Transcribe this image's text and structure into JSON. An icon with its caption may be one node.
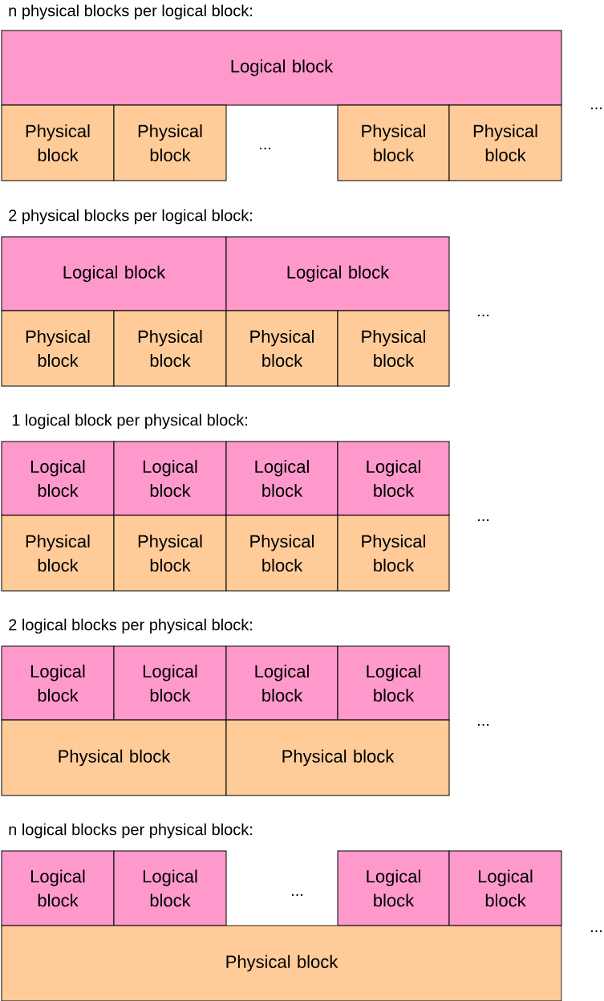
{
  "diagram": {
    "nodes": [
      {
        "text": [
          "Logical block"
        ]
      },
      {
        "text": [
          "Physical block"
        ]
      },
      {
        "text": [
          "Physical block"
        ]
      },
      {
        "text": [
          "Physical block"
        ]
      },
      {
        "text": [
          "Physical block"
        ]
      },
      {
        "text": [
          "Logical block"
        ]
      },
      {
        "text": [
          "Logical block"
        ]
      },
      {
        "text": [
          "Physical block"
        ]
      },
      {
        "text": [
          "Physical block"
        ]
      },
      {
        "text": [
          "Physical block"
        ]
      },
      {
        "text": [
          "Physical block"
        ]
      },
      {
        "text": [
          "Logical block"
        ]
      },
      {
        "text": [
          "Logical block"
        ]
      },
      {
        "text": [
          "Logical block"
        ]
      },
      {
        "text": [
          "Logical block"
        ]
      },
      {
        "text": [
          "Physical block"
        ]
      },
      {
        "text": [
          "Physical block"
        ]
      },
      {
        "text": [
          "Physical block"
        ]
      },
      {
        "text": [
          "Physical block"
        ]
      },
      {
        "text": [
          "Logical block"
        ]
      },
      {
        "text": [
          "Logical block"
        ]
      },
      {
        "text": [
          "Logical block"
        ]
      },
      {
        "text": [
          "Logical block"
        ]
      },
      {
        "text": [
          "Physical block"
        ]
      },
      {
        "text": [
          "Physical block"
        ]
      },
      {
        "text": [
          "Logical block"
        ]
      },
      {
        "text": [
          "Logical block"
        ]
      },
      {
        "text": [
          "Logical block"
        ]
      },
      {
        "text": [
          "Logical block"
        ]
      },
      {
        "text": [
          "Physical block"
        ]
      }
    ],
    "labels": [
      "n physical blocks per logical block:",
      "...",
      "...",
      "2 physical blocks per logical block:",
      "...",
      "1 logical block per physical block:",
      "...",
      "2 logical blocks per physical block:",
      "...",
      "n logical blocks per physical block:",
      "...",
      "..."
    ]
  }
}
